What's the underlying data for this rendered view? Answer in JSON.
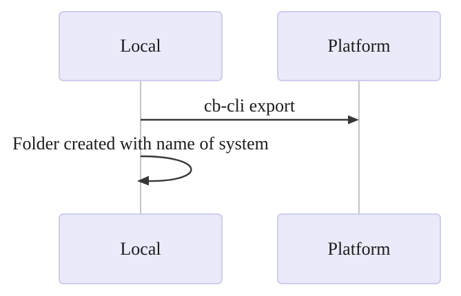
{
  "diagram": {
    "type": "sequence-diagram",
    "actors": [
      {
        "id": "local",
        "name": "Local"
      },
      {
        "id": "platform",
        "name": "Platform"
      }
    ],
    "messages": [
      {
        "from": "Local",
        "to": "Platform",
        "label": "cb-cli export",
        "style": "solid-arrow"
      },
      {
        "from": "Local",
        "to": "Local",
        "label": "Folder created with name of system",
        "style": "self-loop-arrow"
      }
    ]
  },
  "colors": {
    "background": "#FFFFFF",
    "actor_fill": "#EAEAFB",
    "actor_border": "#CDCDF0",
    "lifeline": "#C4C4C4",
    "arrow": "#383838",
    "text": "#1C1C1C"
  }
}
